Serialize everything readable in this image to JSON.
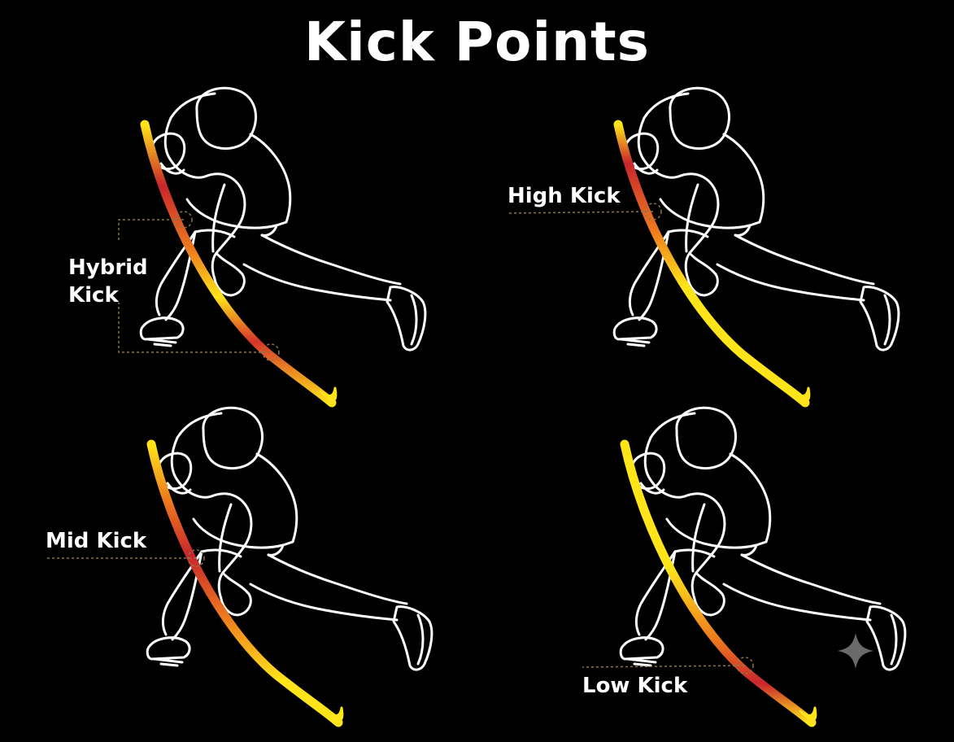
{
  "title": "Kick Points",
  "panels": [
    {
      "label_lines": [
        "Hybrid",
        "Kick"
      ],
      "kick_type": "hybrid"
    },
    {
      "label_lines": [
        "High Kick"
      ],
      "kick_type": "high"
    },
    {
      "label_lines": [
        "Mid Kick"
      ],
      "kick_type": "mid"
    },
    {
      "label_lines": [
        "Low Kick"
      ],
      "kick_type": "low"
    }
  ],
  "colors": {
    "background": "#000000",
    "outline": "#ffffff",
    "stick_flex": "#c8262c",
    "stick_mid": "#ee7a1e",
    "stick_stiff": "#ffe41a",
    "leader_line": "#8a7748"
  }
}
